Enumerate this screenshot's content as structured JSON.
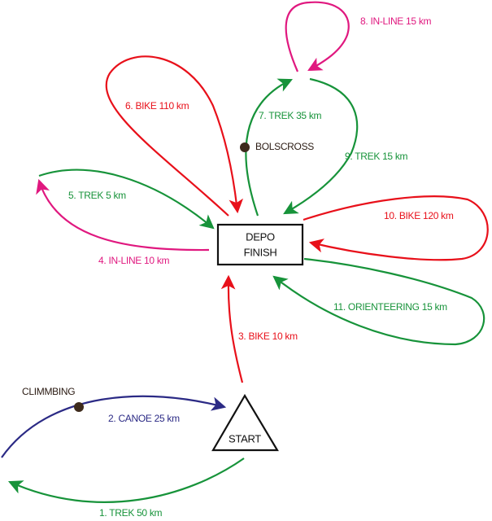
{
  "colors": {
    "trek": "#17933a",
    "bike": "#e8101a",
    "inline": "#e0187f",
    "canoe": "#2b2a85",
    "checkpoint": "#3d2a1c"
  },
  "nodes": {
    "depo_line1": "DEPO",
    "depo_line2": "FINISH",
    "start": "START"
  },
  "checkpoints": {
    "climbing": "CLIMMBING",
    "bolscross": "BOLSCROSS"
  },
  "legs": [
    {
      "label": "1. TREK  50 km",
      "discipline": "trek"
    },
    {
      "label": "2. CANOE  25 km",
      "discipline": "canoe"
    },
    {
      "label": "3. BIKE  10 km",
      "discipline": "bike"
    },
    {
      "label": "4. IN-LINE 10 km",
      "discipline": "inline"
    },
    {
      "label": "5. TREK  5 km",
      "discipline": "trek"
    },
    {
      "label": "6. BIKE  110 km",
      "discipline": "bike"
    },
    {
      "label": "7. TREK 35 km",
      "discipline": "trek"
    },
    {
      "label": "8. IN-LINE  15 km",
      "discipline": "inline"
    },
    {
      "label": "9. TREK 15 km",
      "discipline": "trek"
    },
    {
      "label": "10. BIKE  120 km",
      "discipline": "bike"
    },
    {
      "label": "11. ORIENTEERING  15 km",
      "discipline": "trek"
    }
  ]
}
